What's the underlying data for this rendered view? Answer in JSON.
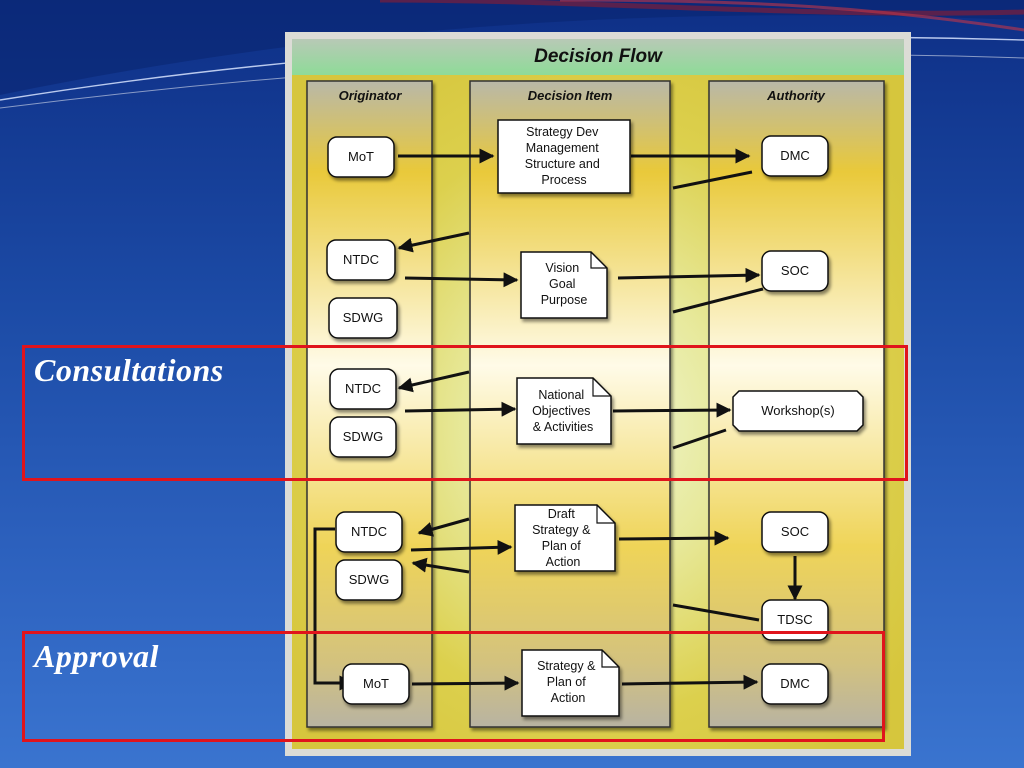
{
  "slide": {
    "labels": {
      "consultations": "Consultations",
      "approval": "Approval"
    }
  },
  "diagram": {
    "title": "Decision Flow",
    "lanes": {
      "originator": "Originator",
      "decision_item": "Decision Item",
      "authority": "Authority"
    },
    "nodes": {
      "mot1": "MoT",
      "strategy_dev": [
        "Strategy Dev",
        "Management",
        "Structure and",
        "Process"
      ],
      "dmc1": "DMC",
      "ntdc1": "NTDC",
      "vision": [
        "Vision",
        "Goal",
        "Purpose"
      ],
      "soc1": "SOC",
      "sdwg1": "SDWG",
      "ntdc2": "NTDC",
      "national": [
        "National",
        "Objectives",
        "& Activities"
      ],
      "workshops": "Workshop(s)",
      "sdwg2": "SDWG",
      "ntdc3": "NTDC",
      "draft": [
        "Draft",
        "Strategy &",
        "Plan of",
        "Action"
      ],
      "soc2": "SOC",
      "sdwg3": "SDWG",
      "tdsc": "TDSC",
      "mot2": "MoT",
      "plan": [
        "Strategy &",
        "Plan of",
        "Action"
      ],
      "dmc2": "DMC"
    }
  }
}
